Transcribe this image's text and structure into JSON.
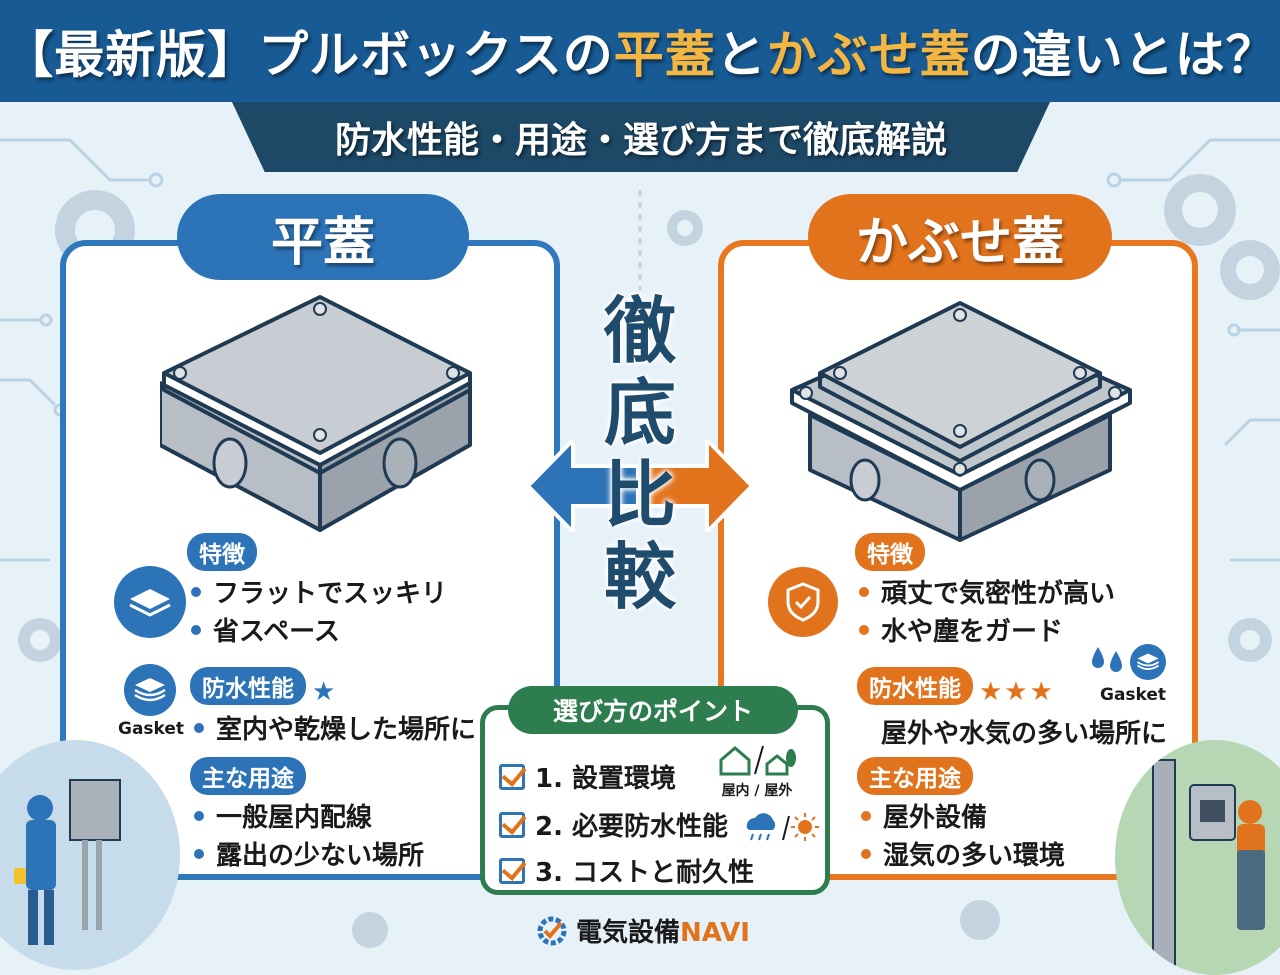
{
  "header": {
    "title_parts": {
      "prefix": "【最新版】プルボックスの",
      "hl1": "平蓋",
      "mid": "と",
      "hl2": "かぶせ蓋",
      "suffix": "の違いとは？"
    },
    "subtitle": "防水性能・用途・選び方まで徹底解説",
    "highlight_color": "#f4b642"
  },
  "center": {
    "chars": [
      "徹",
      "底",
      "比",
      "較"
    ]
  },
  "left_panel": {
    "title": "平蓋",
    "accent_color": "#2c73b7",
    "features": {
      "label": "特徴",
      "icon": "flat-layer-icon",
      "items": [
        "フラットでスッキリ",
        "省スペース"
      ]
    },
    "waterproof": {
      "label": "防水性能",
      "stars": "★",
      "rating": 1,
      "icon": "gasket-icon",
      "icon_label": "Gasket",
      "items": [
        "室内や乾燥した場所に"
      ]
    },
    "uses": {
      "label": "主な用途",
      "items": [
        "一般屋内配線",
        "露出の少ない場所"
      ]
    }
  },
  "right_panel": {
    "title": "かぶせ蓋",
    "accent_color": "#e2731d",
    "features": {
      "label": "特徴",
      "icon": "shield-check-icon",
      "items": [
        "頑丈で気密性が高い",
        "水や塵をガード"
      ]
    },
    "waterproof": {
      "label": "防水性能",
      "stars": "★★★",
      "rating": 3,
      "icon": "water-drops-gasket-icon",
      "icon_label": "Gasket",
      "text": "屋外や水気の多い場所に"
    },
    "uses": {
      "label": "主な用途",
      "items": [
        "屋外設備",
        "湿気の多い環境"
      ]
    }
  },
  "points": {
    "title": "選び方のポイント",
    "accent_color": "#2e7d4f",
    "items": [
      {
        "label": "1. 設置環境",
        "aside": "屋内 / 屋外"
      },
      {
        "label": "2. 必要防水性能",
        "aside": "/"
      },
      {
        "label": "3. コストと耐久性",
        "aside": ""
      }
    ]
  },
  "logo": {
    "name": "電気設備",
    "suffix": "NAVI"
  }
}
